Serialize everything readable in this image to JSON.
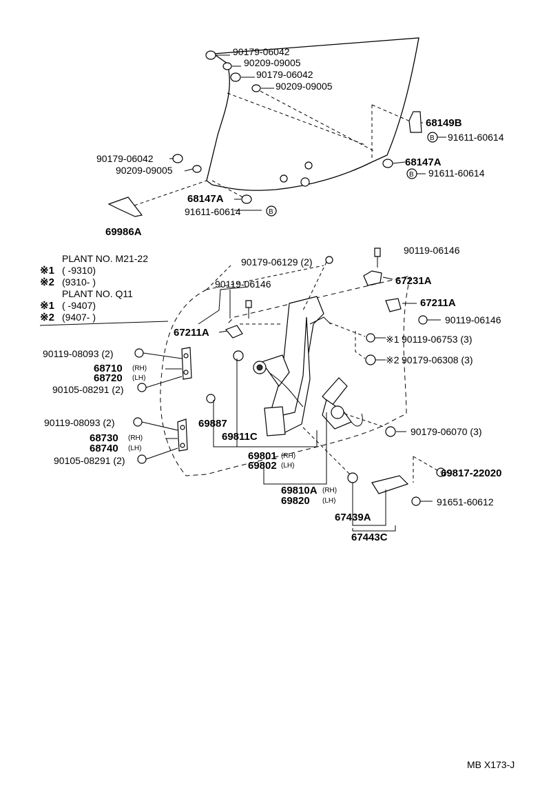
{
  "labels": {
    "p1": "90179-06042",
    "p2": "90209-09005",
    "p3": "90179-06042",
    "p4": "90209-09005",
    "p5": "68149B",
    "p6": "91611-60614",
    "p7": "90179-06042",
    "p8": "90209-09005",
    "p9": "68147A",
    "p10": "91611-60614",
    "p11": "68147A",
    "p12": "91611-60614",
    "p13": "69986A",
    "p14": "90119-06146",
    "p15": "90179-06129 (2)",
    "p16": "67231A",
    "p17": "90119-06146",
    "p18": "67211A",
    "p19": "67211A",
    "p20": "90119-06146",
    "p21": "90119-06753 (3)",
    "p22": "90179-06308 (3)",
    "p23": "90119-08093 (2)",
    "p24": "68710",
    "p25": "68720",
    "p26": "90105-08291 (2)",
    "p27": "69887",
    "p28": "69811C",
    "p29": "90179-06070 (3)",
    "p30": "90119-08093 (2)",
    "p31": "68730",
    "p32": "68740",
    "p33": "90105-08291 (2)",
    "p34": "69801",
    "p35": "69802",
    "p36": "69810A",
    "p37": "69820",
    "p38": "69817-22020",
    "p39": "91651-60612",
    "p40": "67439A",
    "p41": "67443C"
  },
  "suffix": {
    "rh": "(RH)",
    "lh": "(LH)",
    "b": "B"
  },
  "marks": {
    "m1": "※1",
    "m2": "※2"
  },
  "notes": {
    "plant1": "PLANT NO. M21-22",
    "plant1_r1_mark": "※1",
    "plant1_r1": "(        -9310)",
    "plant1_r2_mark": "※2",
    "plant1_r2": "(9310-         )",
    "plant2": "PLANT NO. Q11",
    "plant2_r1_mark": "※1",
    "plant2_r1": "(        -9407)",
    "plant2_r2_mark": "※2",
    "plant2_r2": "(9407-         )"
  },
  "footer": {
    "code": "MB  X173-J"
  }
}
